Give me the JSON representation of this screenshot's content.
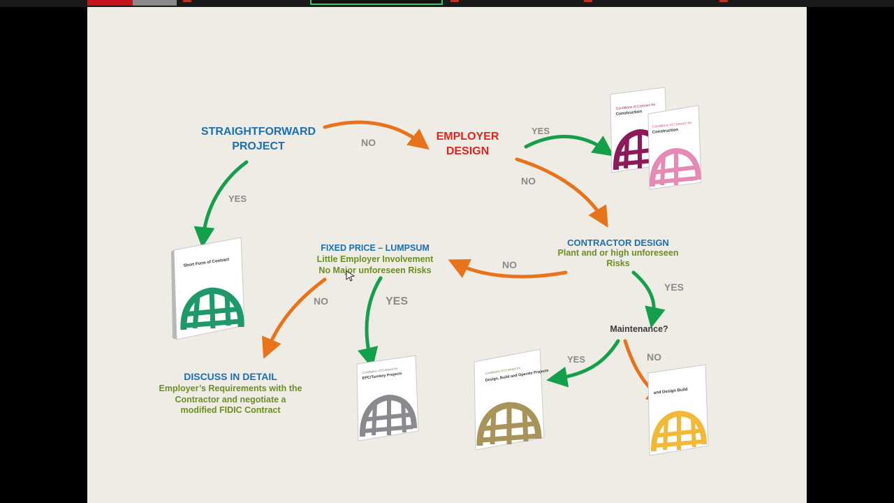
{
  "colors": {
    "green_arrow": "#14a04a",
    "orange_arrow": "#e8731a",
    "blue_text": "#1a6fb3",
    "red_text": "#e2231a",
    "olive_text": "#6b8e23",
    "answer_gray": "#8a8a8a"
  },
  "nodes": {
    "straightforward": "STRAIGHTFORWARD\nPROJECT",
    "employer_design": "EMPLOYER\nDESIGN",
    "contractor_design_title": "CONTRACTOR DESIGN",
    "contractor_design_sub": "Plant and or high unforeseen\nRisks",
    "fixed_price_title": "FIXED PRICE – LUMPSUM",
    "fixed_price_sub": "Little Employer Involvement\nNo Major unforeseen Risks",
    "maintenance": "Maintenance?",
    "discuss_title": "DISCUSS IN DETAIL",
    "discuss_sub": "Employer’s Requirements with the\nContractor and negotiate a\nmodified FIDIC Contract"
  },
  "answers": {
    "no": "NO",
    "yes": "YES"
  },
  "books": {
    "short_form_title": "Short Form of Contract",
    "construction_title": "Construction",
    "construction_sub": "Conditions of Contract for",
    "epc_title": "EPC/Turnkey Projects",
    "dbo_title": "Design, Build and Operate Projects",
    "plant_db_title": "and Design Build",
    "common_sub": "Conditions of Contract for"
  }
}
